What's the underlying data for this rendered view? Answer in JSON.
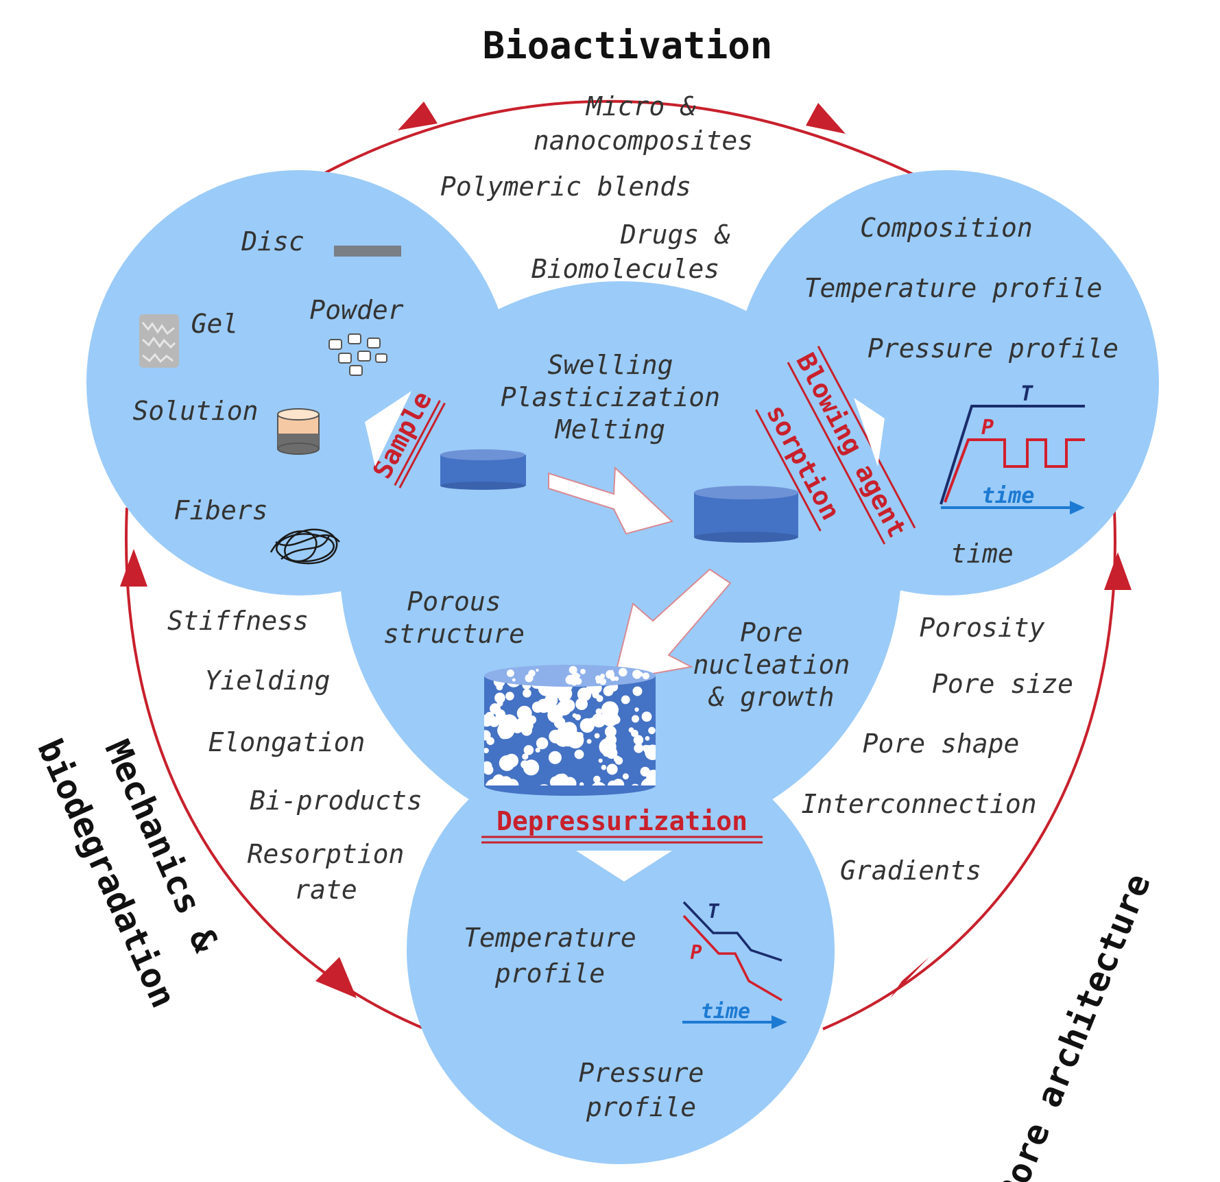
{
  "colors": {
    "circle_fill": "#9bcbf8",
    "accent_red": "#c8202c",
    "navy": "#1a2c6b",
    "blue_arrow": "#1d7ad2",
    "cylinder": "#4472c4",
    "text": "#333333"
  },
  "outer_labels": {
    "top": "Bioactivation",
    "right": "Pore architecture",
    "left_line1": "Mechanics &",
    "left_line2": "biodegradation"
  },
  "top_items": {
    "micro1": "Micro &",
    "micro2": "nanocomposites",
    "blends": "Polymeric blends",
    "drugs1": "Drugs &",
    "drugs2": "Biomolecules"
  },
  "sample_forms": {
    "disc": "Disc",
    "gel": "Gel",
    "powder": "Powder",
    "solution": "Solution",
    "fibers": "Fibers"
  },
  "right_circle": {
    "composition": "Composition",
    "temperature": "Temperature profile",
    "pressure": "Pressure profile",
    "chart_T": "T",
    "chart_P": "P",
    "chart_time": "time",
    "time_below": "time"
  },
  "center": {
    "swelling": "Swelling",
    "plasticization": "Plasticization",
    "melting": "Melting",
    "sample": "Sample",
    "blowing": "Blowing agent",
    "sorption": "sorption",
    "porous1": "Porous",
    "porous2": "structure",
    "pore1": "Pore",
    "pore2": "nucleation",
    "pore3": "& growth",
    "depress": "Depressurization"
  },
  "left_items": [
    "Stiffness",
    "Yielding",
    "Elongation",
    "Bi-products",
    "Resorption",
    "rate"
  ],
  "right_items": [
    "Porosity",
    "Pore size",
    "Pore shape",
    "Interconnection",
    "Gradients"
  ],
  "bottom_circle": {
    "temp1": "Temperature",
    "temp2": "profile",
    "press1": "Pressure",
    "press2": "profile",
    "chart_T": "T",
    "chart_P": "P",
    "chart_time": "time"
  }
}
